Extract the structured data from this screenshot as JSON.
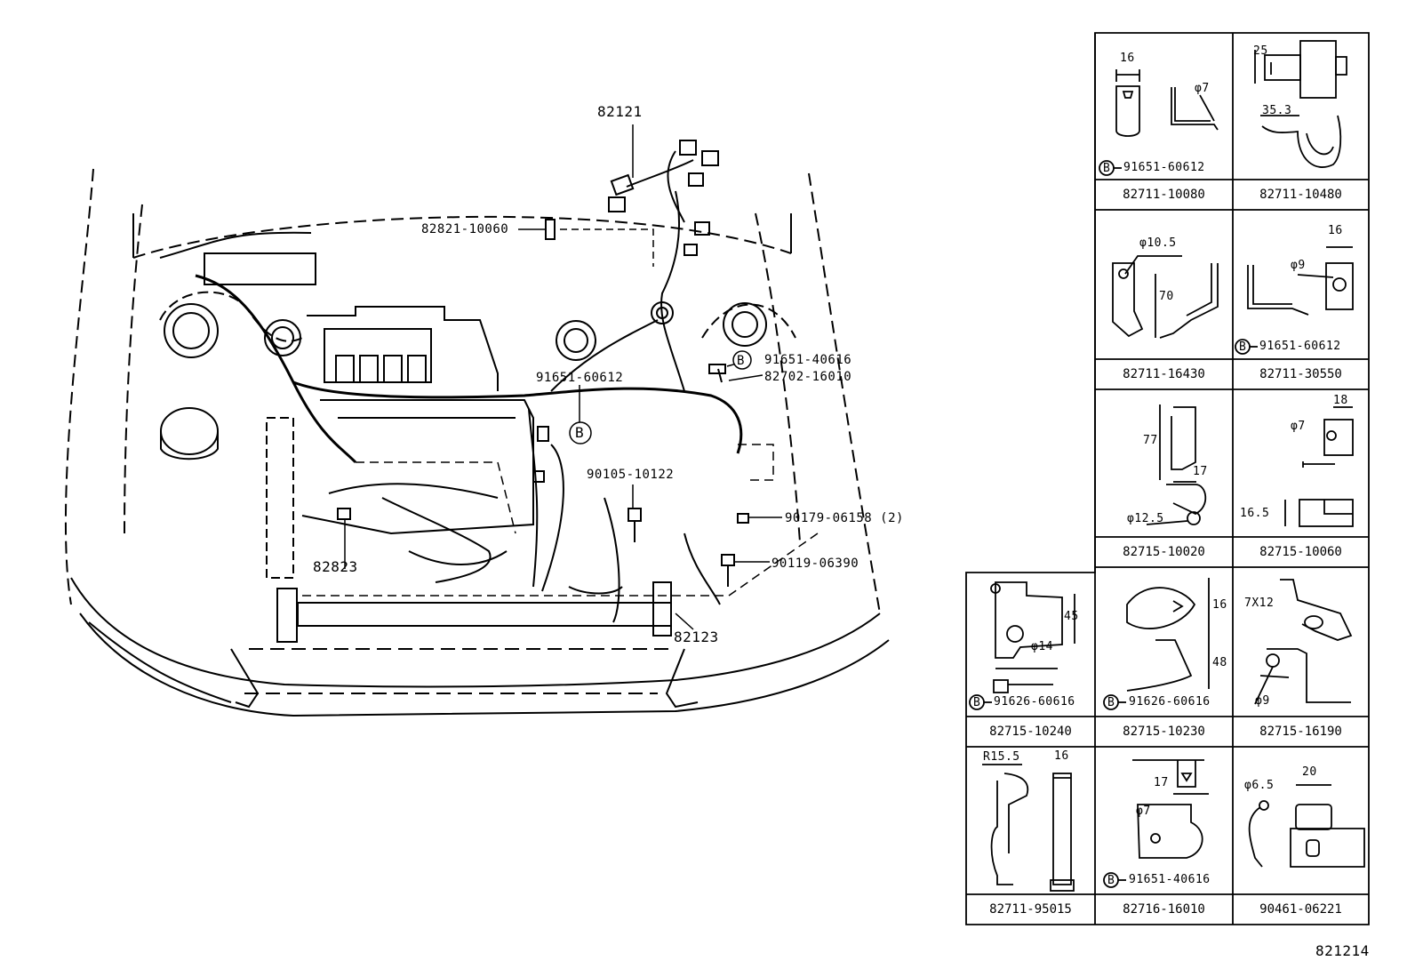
{
  "diagram": {
    "main_parts": {
      "harness": "82121",
      "bulb": "82821-10060",
      "clamp_b_top": "91651-40616",
      "clip_top": "82702-16010",
      "clamp_b_center": "91651-60612",
      "bolt": "90105-10122",
      "nut": "90179-06158 (2)",
      "bolt2": "90119-06390",
      "harness_low_left": "82823",
      "harness_low_right": "82123",
      "b_marker": "B"
    },
    "grid": {
      "cells": [
        {
          "part": "82711-10080",
          "sub": "91651-60612",
          "dims": [
            "16",
            "φ7"
          ]
        },
        {
          "part": "82711-10480",
          "sub": "",
          "dims": [
            "25",
            "35.3"
          ]
        },
        {
          "part": "82711-16430",
          "sub": "",
          "dims": [
            "φ10.5",
            "70"
          ]
        },
        {
          "part": "82711-30550",
          "sub": "91651-60612",
          "dims": [
            "16",
            "φ9"
          ]
        },
        {
          "part": "82715-10020",
          "sub": "",
          "dims": [
            "77",
            "17",
            "φ12.5"
          ]
        },
        {
          "part": "82715-10060",
          "sub": "",
          "dims": [
            "18",
            "φ7",
            "16.5"
          ]
        },
        {
          "part": "82715-10240",
          "sub": "91626-60616",
          "dims": [
            "45",
            "φ14"
          ]
        },
        {
          "part": "82715-10230",
          "sub": "91626-60616",
          "dims": [
            "16",
            "48"
          ]
        },
        {
          "part": "82715-16190",
          "sub": "",
          "dims": [
            "7X12",
            "φ9"
          ]
        },
        {
          "part": "82711-95015",
          "sub": "",
          "dims": [
            "R15.5",
            "16"
          ]
        },
        {
          "part": "82716-16010",
          "sub": "91651-40616",
          "dims": [
            "17",
            "φ7"
          ]
        },
        {
          "part": "90461-06221",
          "sub": "",
          "dims": [
            "φ6.5",
            "20"
          ]
        }
      ]
    },
    "figure_code": "821214"
  }
}
